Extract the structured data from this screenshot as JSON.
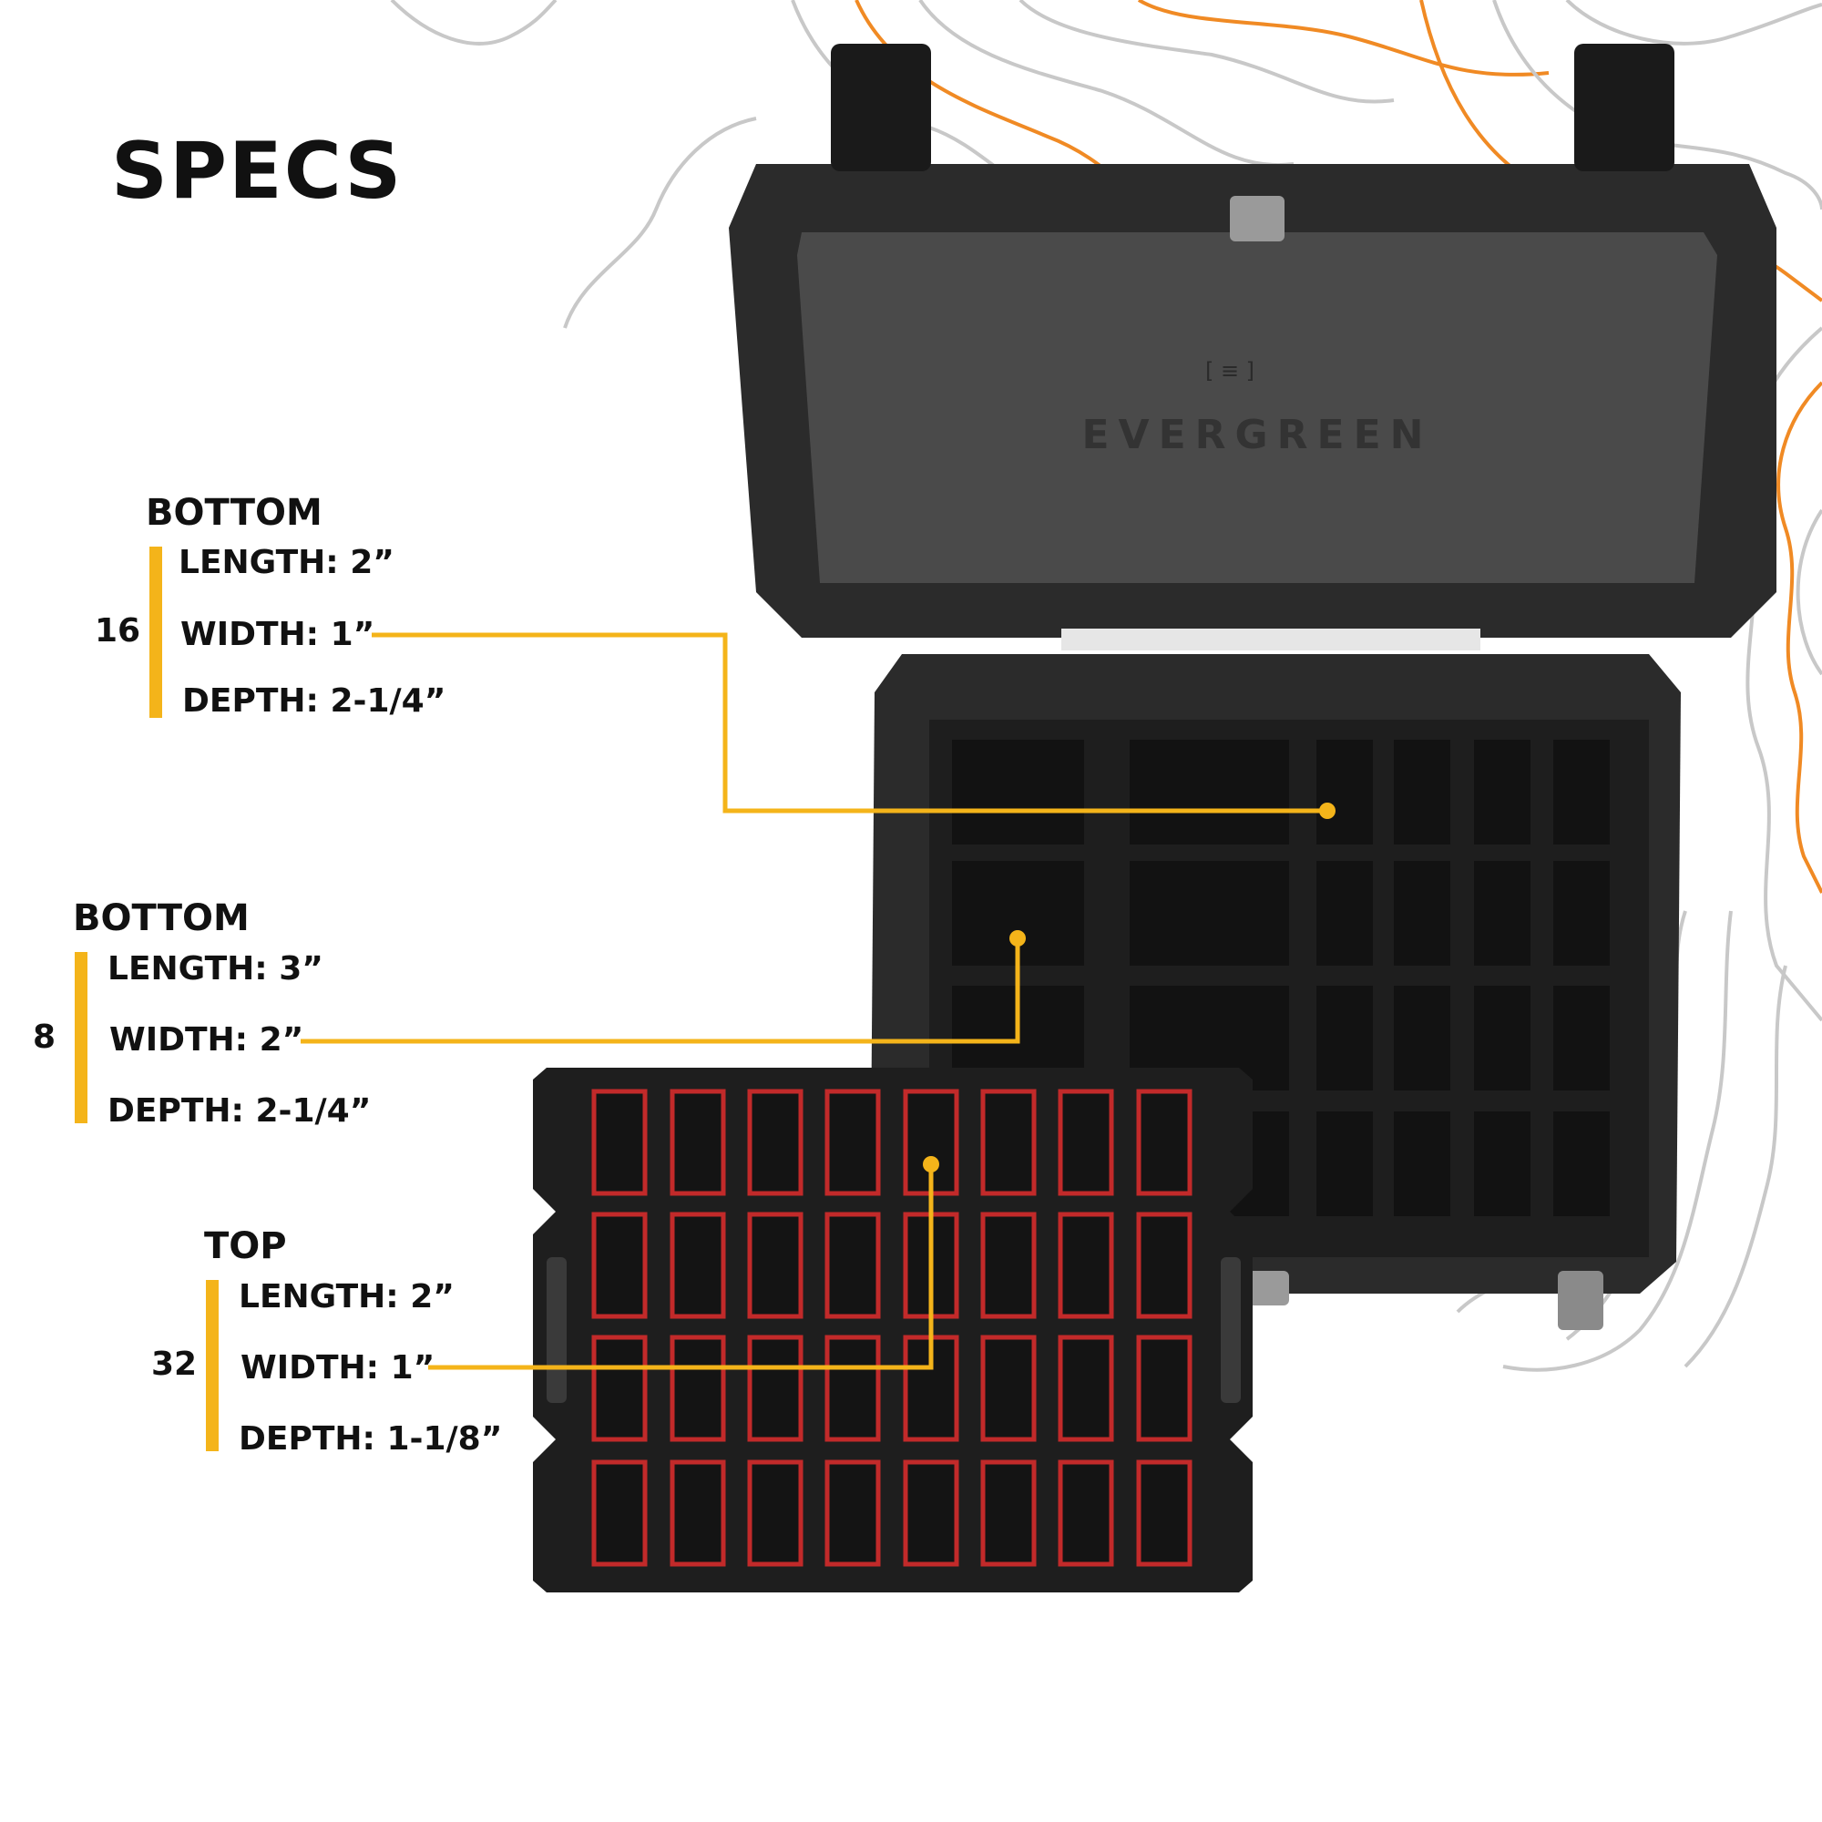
{
  "page_title": "SPECS",
  "brand": "EVERGREEN",
  "colors": {
    "accent": "#f4b41a",
    "topo_orange": "#f08a24",
    "topo_gray": "#c8c8c8",
    "case_dark": "#2b2b2b",
    "foam": "#1e1e1e",
    "top_foam_lining": "#c22a2a"
  },
  "spec_groups": [
    {
      "heading": "BOTTOM",
      "count": "16",
      "length": "LENGTH: 2”",
      "width": "WIDTH: 1”",
      "depth": "DEPTH: 2-1/4”"
    },
    {
      "heading": "BOTTOM",
      "count": "8",
      "length": "LENGTH: 3”",
      "width": "WIDTH: 2”",
      "depth": "DEPTH: 2-1/4”"
    },
    {
      "heading": "TOP",
      "count": "32",
      "length": "LENGTH: 2”",
      "width": "WIDTH: 1”",
      "depth": "DEPTH: 1-1/8”"
    }
  ]
}
